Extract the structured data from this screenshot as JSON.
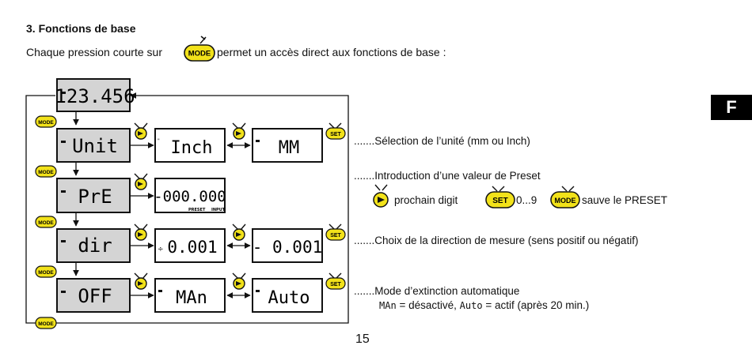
{
  "section": {
    "title": "3. Fonctions de base"
  },
  "intro": {
    "text_before": "Chaque pression courte sur",
    "button_label": "MODE",
    "text_after": "permet un accès direct aux fonctions de base :"
  },
  "side_tab": {
    "label": "F"
  },
  "buttons": {
    "mode": "MODE",
    "set": "SET"
  },
  "displays": {
    "main": "123.456",
    "unit": "Unit",
    "inch": "Inch",
    "mm": "MM",
    "pre": "PrE",
    "preset_value": "-000.000",
    "preset_tag": "PRESET",
    "input_tag": "INPUT",
    "dir": "dir",
    "dir_pos": "0.001",
    "dir_neg": "- 0.001",
    "off": "OFF",
    "man": "MAn",
    "auto": "Auto"
  },
  "notes": {
    "unit": "Sélection de l’unité (mm ou Inch)",
    "preset": "Introduction d’une valeur de Preset",
    "preset_next": "prochain digit",
    "preset_range": "0...9",
    "preset_save": "sauve le PRESET",
    "direction": "Choix de la direction de mesure (sens positif ou négatif)",
    "off_title": "Mode d’extinction automatique",
    "off_man_glyph": "MAn",
    "off_man_text": "= désactivé,",
    "off_auto_glyph": "Auto",
    "off_auto_text": "= actif (après 20 min.)",
    "dots": "......."
  },
  "page_number": "15",
  "colors": {
    "badge_fill": "#f2e21a",
    "lcd_gray": "#d4d4d4",
    "ink": "#111111",
    "tab_bg": "#000000"
  }
}
